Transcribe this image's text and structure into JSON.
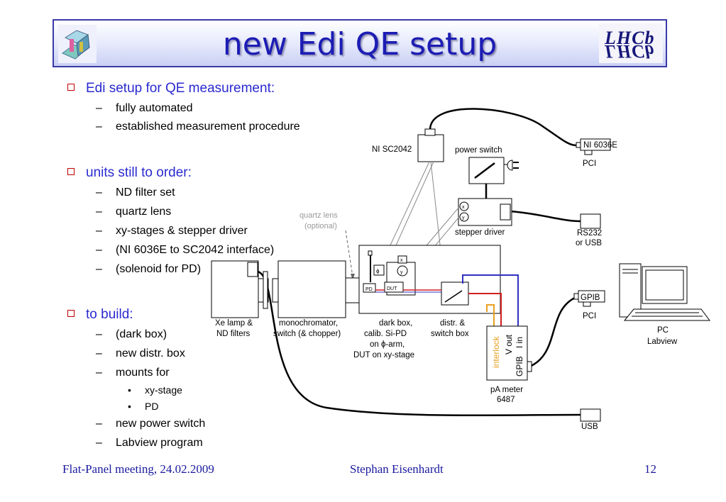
{
  "title": "new Edi QE setup",
  "logo_right": "LHCb",
  "sections": [
    {
      "heading": "Edi setup for QE measurement:",
      "items": [
        "fully automated",
        "established measurement procedure"
      ]
    },
    {
      "heading": "units still to order:",
      "items": [
        "ND filter set",
        "quartz lens",
        "xy-stages & stepper driver",
        "(NI 6036E to SC2042 interface)",
        "(solenoid for PD)"
      ]
    },
    {
      "heading": "to build:",
      "items": [
        "(dark box)",
        "new distr. box",
        "mounts for"
      ],
      "subitems": [
        "xy-stage",
        "PD"
      ],
      "items_after": [
        "new power switch",
        "Labview  program"
      ]
    }
  ],
  "diagram": {
    "ni_sc2042": "NI SC2042",
    "power_switch": "power switch",
    "ni_6036e": "NI 6036E",
    "pci_top": "PCI",
    "quartz_lens": "quartz lens",
    "optional": "(optional)",
    "stepper_driver": "stepper driver",
    "rs232": "RS232",
    "or_usb": "or USB",
    "x": "x",
    "y": "y",
    "phi": "ϕ",
    "pd": "PD",
    "dut": "DUT",
    "xe_lamp_1": "Xe lamp &",
    "xe_lamp_2": "ND filters",
    "mono_1": "monochromator,",
    "mono_2": "switch (& chopper)",
    "dark_1": "dark box,",
    "dark_2": "calib. Si-PD",
    "dark_3": "on ϕ-arm,",
    "dark_4": "DUT on xy-stage",
    "distr_1": "distr. &",
    "distr_2": "switch box",
    "gpib": "GPIB",
    "pci_mid": "PCI",
    "pc": "PC",
    "labview": "Labview",
    "interlock": "interlock",
    "v_out": "V out",
    "i_in": "I in",
    "gpib_meter": "GPIB",
    "pa_meter_1": "pA meter",
    "pa_meter_2": "6487",
    "usb": "USB"
  },
  "footer": {
    "left": "Flat-Panel meeting, 24.02.2009",
    "center": "Stephan Eisenhardt",
    "right": "12"
  },
  "colors": {
    "title": "#1c1cb4",
    "heading": "#2a2ad0",
    "bullet": "#c00000",
    "footer": "#1a1aa0",
    "interlock": "#e8a020",
    "red_line": "#d02020",
    "blue_line": "#3030c0"
  }
}
